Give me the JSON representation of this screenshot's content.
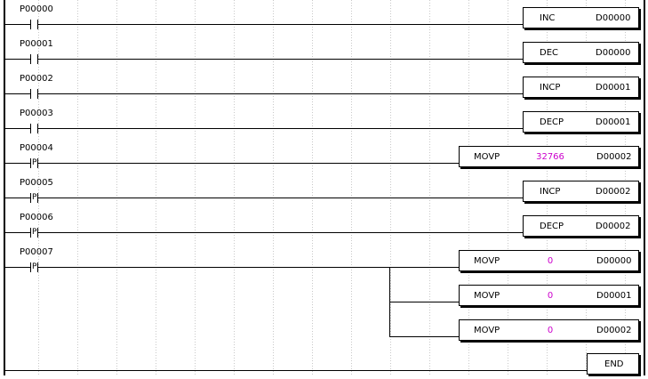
{
  "colors": {
    "constant": "#cc00cc",
    "grid": "#c8c8c8",
    "wire": "#000000"
  },
  "rungs": [
    {
      "contact": "P00000",
      "contact_type": "NO",
      "instr": [
        {
          "op": "INC",
          "args": [
            "D00000"
          ]
        }
      ]
    },
    {
      "contact": "P00001",
      "contact_type": "NO",
      "instr": [
        {
          "op": "DEC",
          "args": [
            "D00000"
          ]
        }
      ]
    },
    {
      "contact": "P00002",
      "contact_type": "NO",
      "instr": [
        {
          "op": "INCP",
          "args": [
            "D00001"
          ]
        }
      ]
    },
    {
      "contact": "P00003",
      "contact_type": "NO",
      "instr": [
        {
          "op": "DECP",
          "args": [
            "D00001"
          ]
        }
      ]
    },
    {
      "contact": "P00004",
      "contact_type": "P",
      "instr": [
        {
          "op": "MOVP",
          "args": [
            "32766",
            "D00002"
          ]
        }
      ]
    },
    {
      "contact": "P00005",
      "contact_type": "P",
      "instr": [
        {
          "op": "INCP",
          "args": [
            "D00002"
          ]
        }
      ]
    },
    {
      "contact": "P00006",
      "contact_type": "P",
      "instr": [
        {
          "op": "DECP",
          "args": [
            "D00002"
          ]
        }
      ]
    },
    {
      "contact": "P00007",
      "contact_type": "P",
      "instr": [
        {
          "op": "MOVP",
          "args": [
            "0",
            "D00000"
          ]
        },
        {
          "op": "MOVP",
          "args": [
            "0",
            "D00001"
          ]
        },
        {
          "op": "MOVP",
          "args": [
            "0",
            "D00002"
          ]
        }
      ]
    }
  ],
  "end": {
    "label": "END"
  },
  "contact_p_mark": "P"
}
